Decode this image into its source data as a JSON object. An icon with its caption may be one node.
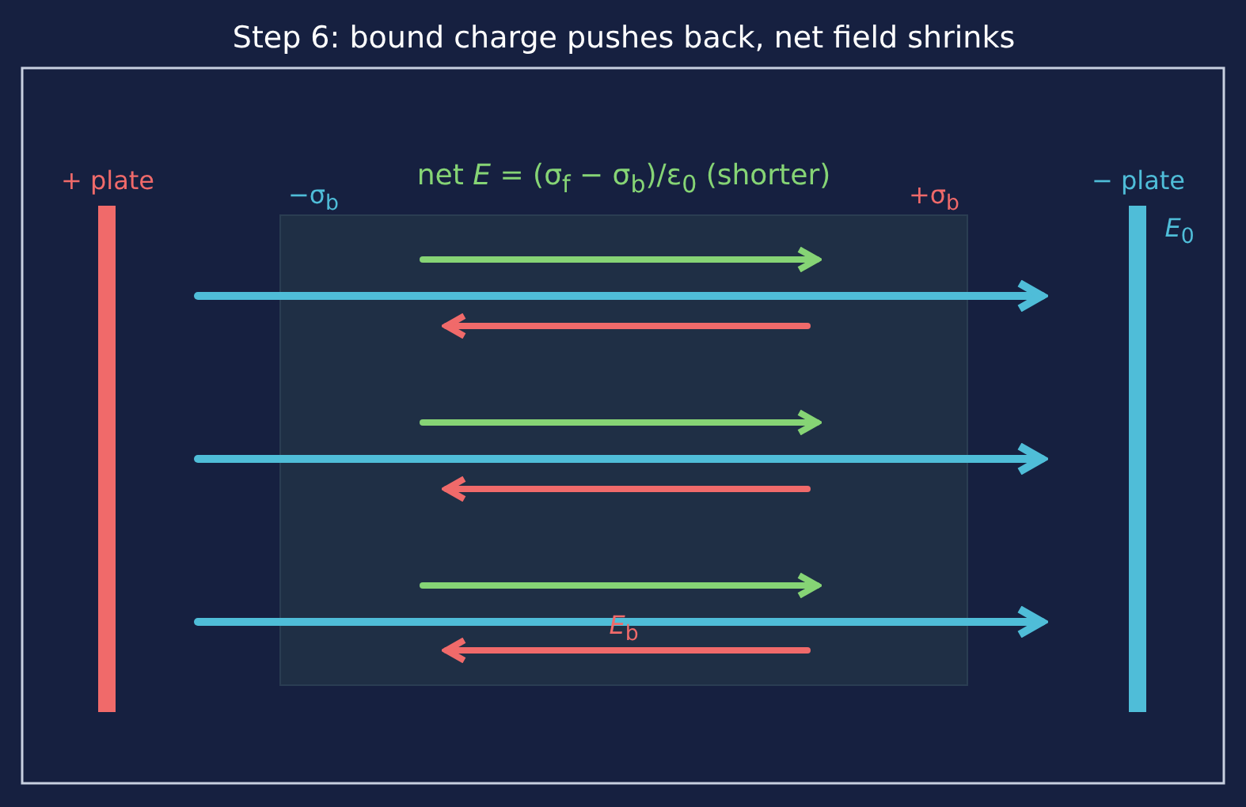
{
  "diagram": {
    "title": "Step 6: bound charge pushes back, net field shrinks",
    "labels": [
      "+ plate",
      "−σ$_{b}$",
      "net *E* = (σ$_{f}$ − σ$_{b}$)/ε$_{0}$ (shorter)",
      "+σ$_{b}$",
      "− plate",
      "*E*$_{0}$",
      "*E*$_{b}$"
    ]
  }
}
